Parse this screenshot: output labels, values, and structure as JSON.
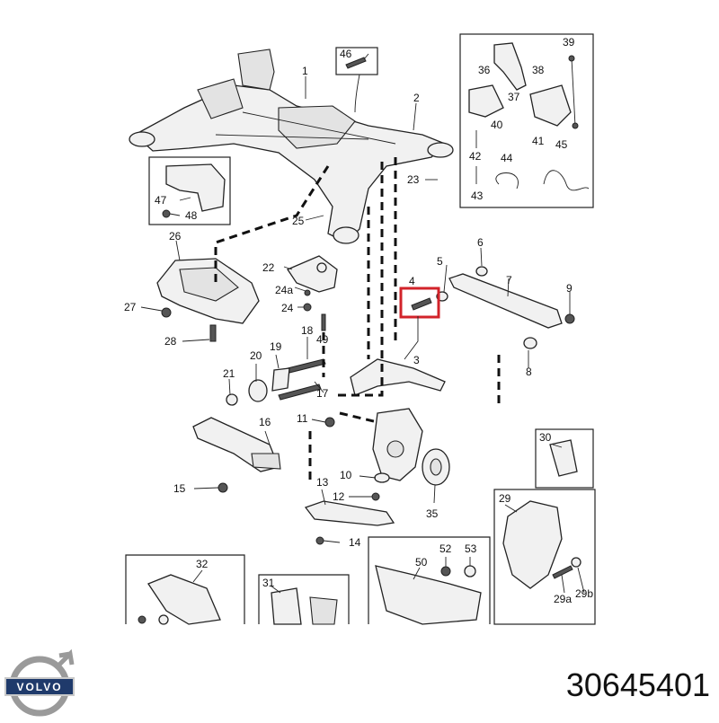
{
  "brand": {
    "logo_text": "VOLVO"
  },
  "part_number": "30645401",
  "highlight_color": "#d2232a",
  "callouts": {
    "c1": "1",
    "c2": "2",
    "c3": "3",
    "c4": "4",
    "c5": "5",
    "c6": "6",
    "c7": "7",
    "c8": "8",
    "c9": "9",
    "c10": "10",
    "c11": "11",
    "c12": "12",
    "c13": "13",
    "c14": "14",
    "c15": "15",
    "c16": "16",
    "c17": "17",
    "c18": "18",
    "c19": "19",
    "c20": "20",
    "c21": "21",
    "c22": "22",
    "c23": "23",
    "c24": "24",
    "c24a": "24a",
    "c25": "25",
    "c26": "26",
    "c27": "27",
    "c28": "28",
    "c29": "29",
    "c29a": "29a",
    "c29b": "29b",
    "c30": "30",
    "c31": "31",
    "c32": "32",
    "c35": "35",
    "c36": "36",
    "c37": "37",
    "c38": "38",
    "c39": "39",
    "c40": "40",
    "c41": "41",
    "c42": "42",
    "c43": "43",
    "c44": "44",
    "c45": "45",
    "c46": "46",
    "c47": "47",
    "c48": "48",
    "c49": "49",
    "c50": "50",
    "c52": "52",
    "c53": "53"
  }
}
